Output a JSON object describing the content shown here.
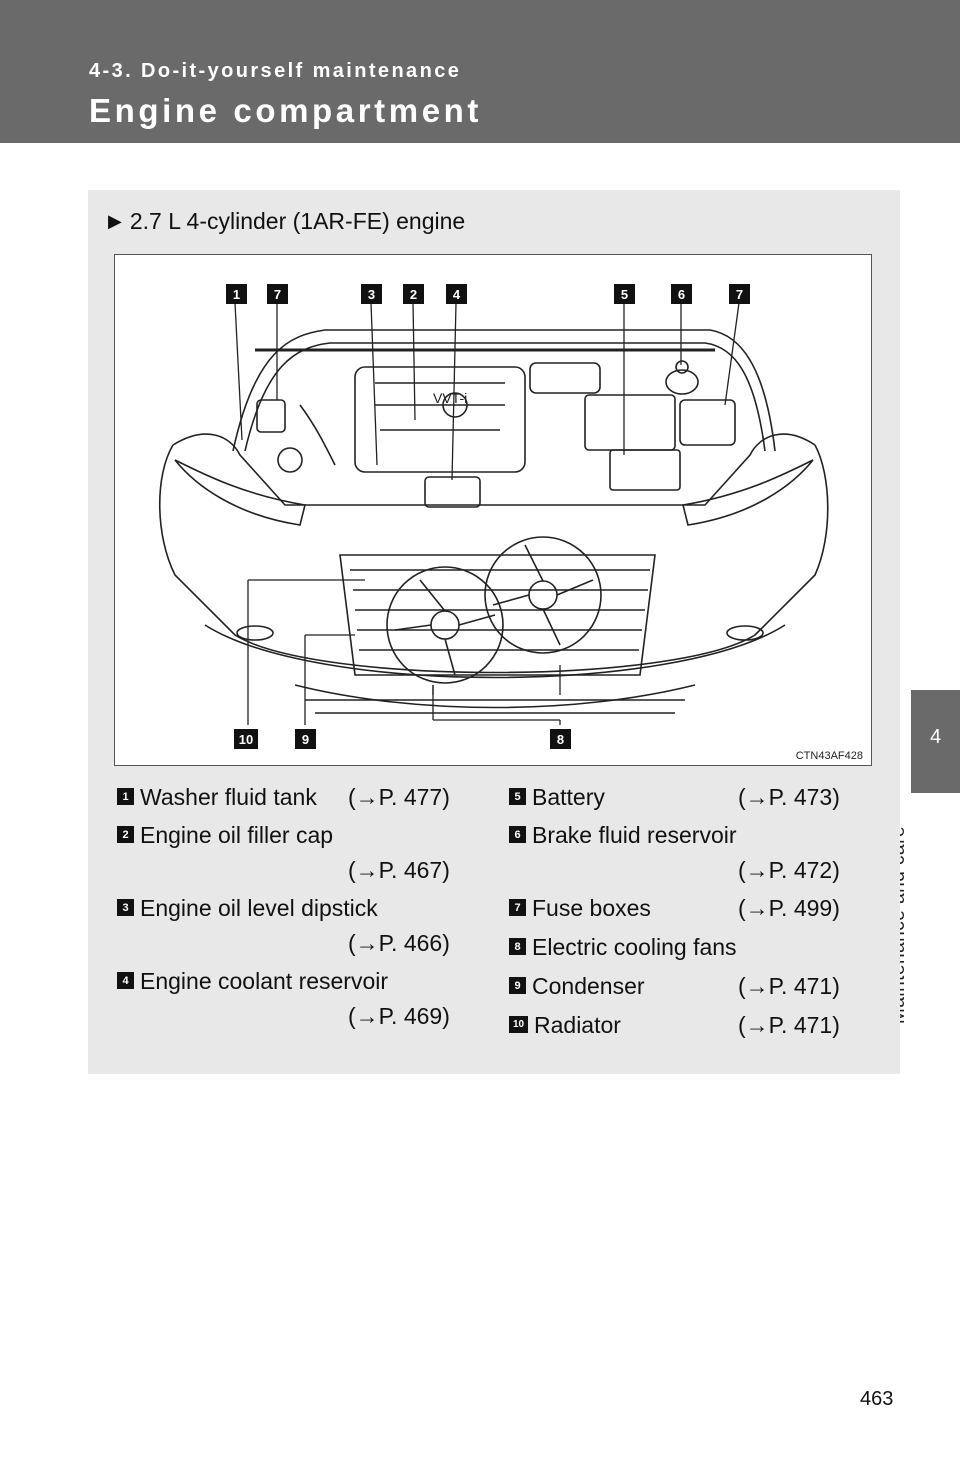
{
  "header": {
    "section": "4-3. Do-it-yourself maintenance",
    "title": "Engine compartment"
  },
  "side_tab": {
    "number": "4",
    "label": "Maintenance and care"
  },
  "panel": {
    "subheading": "2.7 L 4-cylinder (1AR-FE) engine",
    "figure_code": "CTN43AF428",
    "callouts_top": [
      "1",
      "7",
      "3",
      "2",
      "4",
      "5",
      "6",
      "7"
    ],
    "callouts_bottom": [
      "10",
      "9",
      "8"
    ]
  },
  "legend_left": [
    {
      "num": "1",
      "label": "Washer fluid tank",
      "ref": "(→P. 477)"
    },
    {
      "num": "2",
      "label": "Engine oil filler cap",
      "ref": "(→P. 467)"
    },
    {
      "num": "3",
      "label": "Engine oil level dipstick",
      "ref": "(→P. 466)"
    },
    {
      "num": "4",
      "label": "Engine coolant reservoir",
      "ref": "(→P. 469)"
    }
  ],
  "legend_right": [
    {
      "num": "5",
      "label": "Battery",
      "ref": "(→P. 473)"
    },
    {
      "num": "6",
      "label": "Brake fluid reservoir",
      "ref": "(→P. 472)"
    },
    {
      "num": "7",
      "label": "Fuse boxes",
      "ref": "(→P. 499)"
    },
    {
      "num": "8",
      "label": "Electric cooling fans",
      "ref": ""
    },
    {
      "num": "9",
      "label": "Condenser",
      "ref": "(→P. 471)"
    },
    {
      "num": "10",
      "label": "Radiator",
      "ref": "(→P. 471)"
    }
  ],
  "page_number": "463"
}
